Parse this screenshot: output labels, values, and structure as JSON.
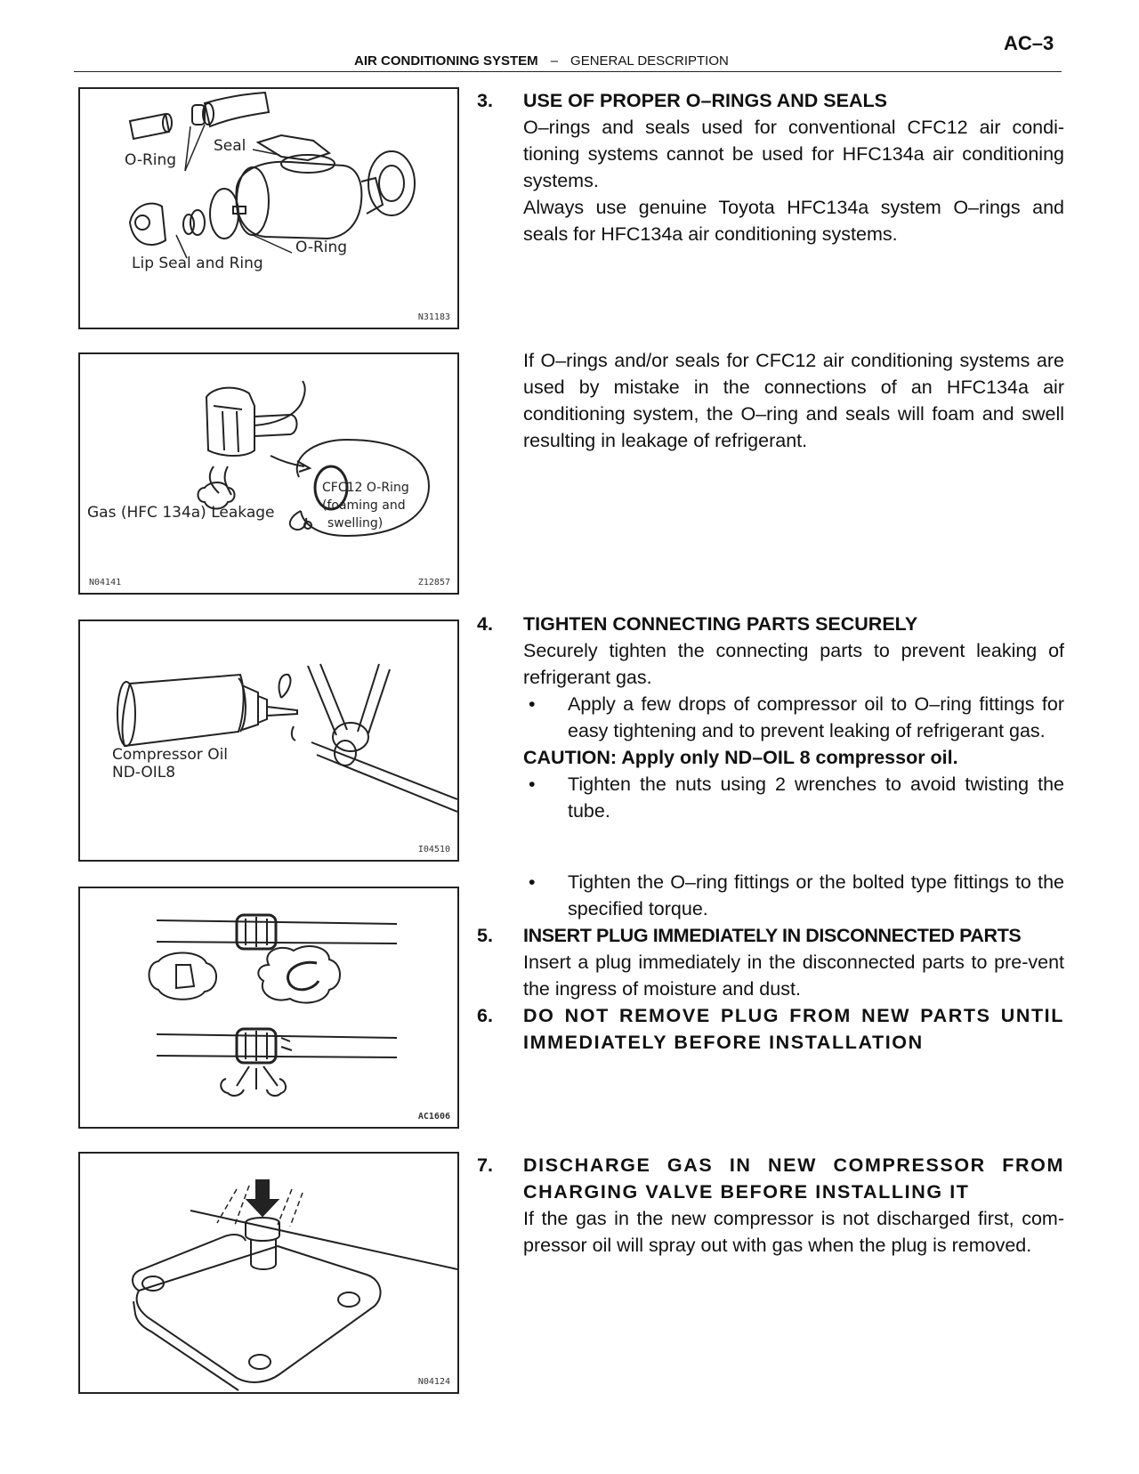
{
  "header": {
    "page_number": "AC–3",
    "section": "AIR CONDITIONING SYSTEM",
    "separator": "–",
    "subsection": "GENERAL DESCRIPTION"
  },
  "figures": {
    "fig1": {
      "labels": [
        "O-Ring",
        "Seal",
        "O-Ring",
        "Lip Seal and Ring"
      ],
      "code": "N31183"
    },
    "fig2": {
      "labels": [
        "Gas (HFC 134a) Leakage",
        "CFC12 O-Ring",
        "(foaming and",
        "swelling)"
      ],
      "code_left": "N04141",
      "code_right": "Z12857"
    },
    "fig3": {
      "labels": [
        "Compressor Oil",
        "ND-OIL8"
      ],
      "code": "I04510"
    },
    "fig4": {
      "code": "AC1606"
    },
    "fig5": {
      "code": "N04124"
    }
  },
  "sections": {
    "s3": {
      "number": "3.",
      "title": "USE OF PROPER O–RINGS AND SEALS",
      "p1": "O–rings and seals used for conventional CFC12 air condi-tioning systems cannot be used for HFC134a air conditioning systems.",
      "p2": "Always use genuine Toyota HFC134a system O–rings and seals for HFC134a air conditioning systems.",
      "p3": "If O–rings and/or seals for CFC12 air conditioning systems are used by mistake in the connections of an HFC134a air conditioning system, the O–ring and seals will foam and swell resulting in leakage of refrigerant."
    },
    "s4": {
      "number": "4.",
      "title": "TIGHTEN CONNECTING PARTS SECURELY",
      "p1": "Securely tighten the connecting parts to prevent leaking of refrigerant gas.",
      "bullet_char": "•",
      "b1": "Apply a few drops of compressor oil to O–ring fittings for easy tightening and to prevent leaking of refrigerant gas.",
      "caution": "CAUTION: Apply only ND–OIL 8 compressor oil.",
      "b2": "Tighten the nuts using 2 wrenches to avoid twisting the tube.",
      "b3": "Tighten the O–ring fittings or the bolted type fittings to the specified torque."
    },
    "s5": {
      "number": "5.",
      "title": "INSERT PLUG IMMEDIATELY IN DISCONNECTED PARTS",
      "p1": "Insert a plug immediately in the disconnected parts to pre-vent the ingress of moisture and dust."
    },
    "s6": {
      "number": "6.",
      "title": "DO NOT REMOVE PLUG FROM NEW PARTS UNTIL IMMEDIATELY BEFORE INSTALLATION"
    },
    "s7": {
      "number": "7.",
      "title": "DISCHARGE GAS IN NEW COMPRESSOR FROM CHARGING VALVE BEFORE INSTALLING IT",
      "p1": "If the gas in the new compressor is not discharged first, com-pressor oil will spray out with gas when the plug is removed."
    }
  }
}
